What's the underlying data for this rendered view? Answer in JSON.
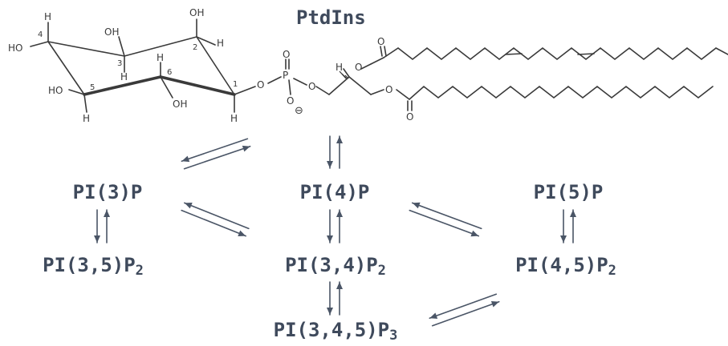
{
  "title": "PtdIns",
  "nodes": [
    {
      "id": "pi3p",
      "label": "PI(3)P",
      "sub": ""
    },
    {
      "id": "pi4p",
      "label": "PI(4)P",
      "sub": ""
    },
    {
      "id": "pi5p",
      "label": "PI(5)P",
      "sub": ""
    },
    {
      "id": "pi35p2",
      "label": "PI(3,5)P",
      "sub": "2"
    },
    {
      "id": "pi34p2",
      "label": "PI(3,4)P",
      "sub": "2"
    },
    {
      "id": "pi45p2",
      "label": "PI(4,5)P",
      "sub": "2"
    },
    {
      "id": "pi345p3",
      "label": "PI(3,4,5)P",
      "sub": "3"
    }
  ],
  "structure": {
    "ring_numbers": [
      "1",
      "2",
      "3",
      "4",
      "5",
      "6"
    ],
    "atoms": {
      "H": "H",
      "OH": "OH",
      "HO": "HO",
      "O": "O",
      "P": "P",
      "charge": "⊖"
    }
  },
  "colors": {
    "label": "#3f4a5c",
    "arrow": "#4a5566",
    "bond": "#3a3a3a"
  }
}
